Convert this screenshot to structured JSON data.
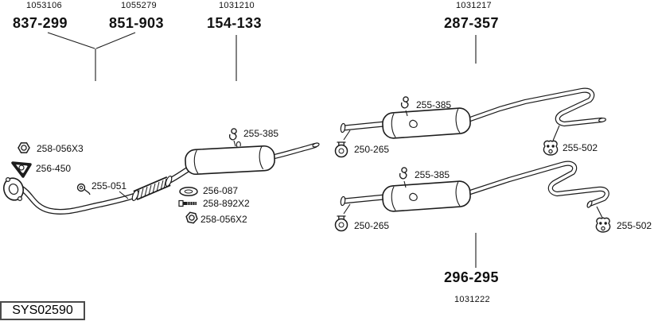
{
  "diagram": {
    "system_code": "SYS02590",
    "groups": [
      {
        "ref": "1053106",
        "part": "837-299"
      },
      {
        "ref": "1055279",
        "part": "851-903"
      },
      {
        "ref": "1031210",
        "part": "154-133"
      },
      {
        "ref": "1031217",
        "part": "287-357"
      },
      {
        "ref": "1031222",
        "part": "296-295"
      }
    ],
    "part_labels": {
      "front_nut": "258-056X3",
      "front_gasket": "256-450",
      "front_hanger": "255-051",
      "mid_hanger": "255-385",
      "mid_gasket": "256-087",
      "mid_bolt": "258-892X2",
      "mid_nut": "258-056X2",
      "rear_upper_hanger": "255-385",
      "rear_upper_clamp": "250-265",
      "rear_upper_mount": "255-502",
      "rear_lower_hanger": "255-385",
      "rear_lower_clamp": "250-265",
      "rear_lower_mount": "255-502"
    }
  }
}
